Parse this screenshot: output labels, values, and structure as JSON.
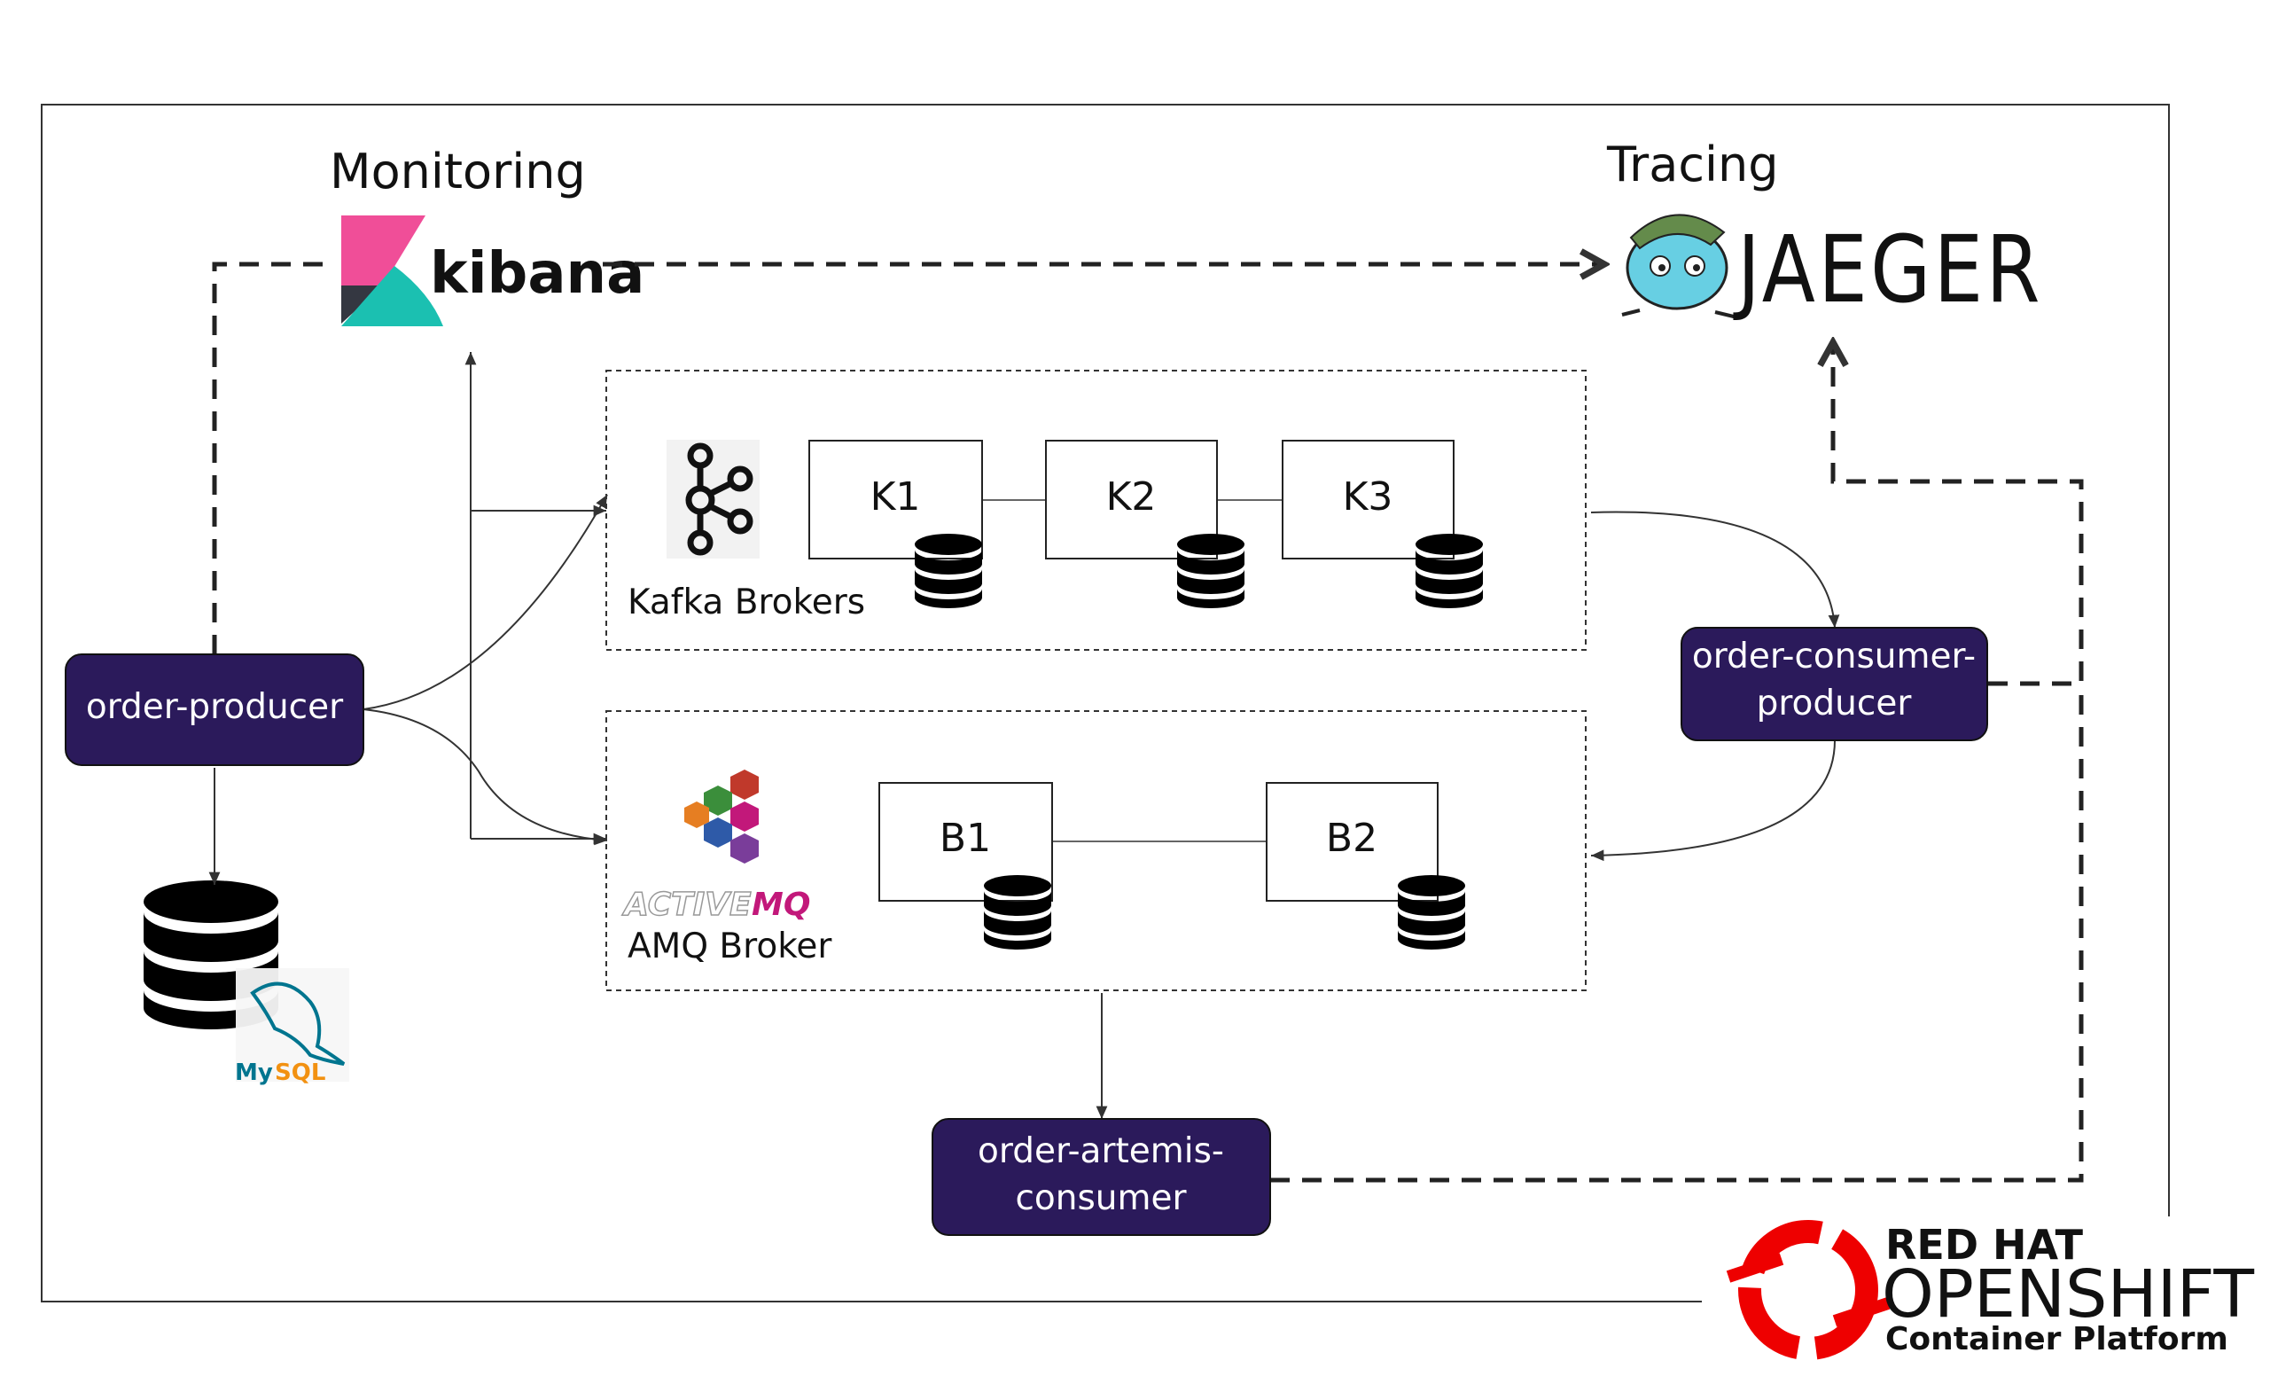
{
  "labels": {
    "monitoring": "Monitoring",
    "tracing": "Tracing",
    "kafka_group": "Kafka Brokers",
    "amq_group": "AMQ Broker"
  },
  "logos": {
    "kibana": "kibana",
    "jaeger": "JAEGER",
    "activemq_a": "ACTIVE",
    "activemq_b": "MQ",
    "mysql_a": "My",
    "mysql_b": "SQL",
    "redhat_line1": "RED HAT",
    "redhat_line2": "OPENSHIFT",
    "redhat_line3": "Container Platform"
  },
  "kafka_brokers": [
    "K1",
    "K2",
    "K3"
  ],
  "amq_brokers": [
    "B1",
    "B2"
  ],
  "services": {
    "producer": [
      "order-producer"
    ],
    "consumer_producer": [
      "order-consumer-",
      "producer"
    ],
    "artemis_consumer": [
      "order-artemis-",
      "consumer"
    ]
  },
  "colors": {
    "service_fill": "#2b1a5b",
    "kibana_pink": "#f04e98",
    "kibana_teal": "#1bc0b1",
    "kibana_dark": "#343741",
    "redhat_red": "#e00",
    "jaeger_blue": "#67cfe3",
    "jaeger_green": "#648b4b"
  }
}
